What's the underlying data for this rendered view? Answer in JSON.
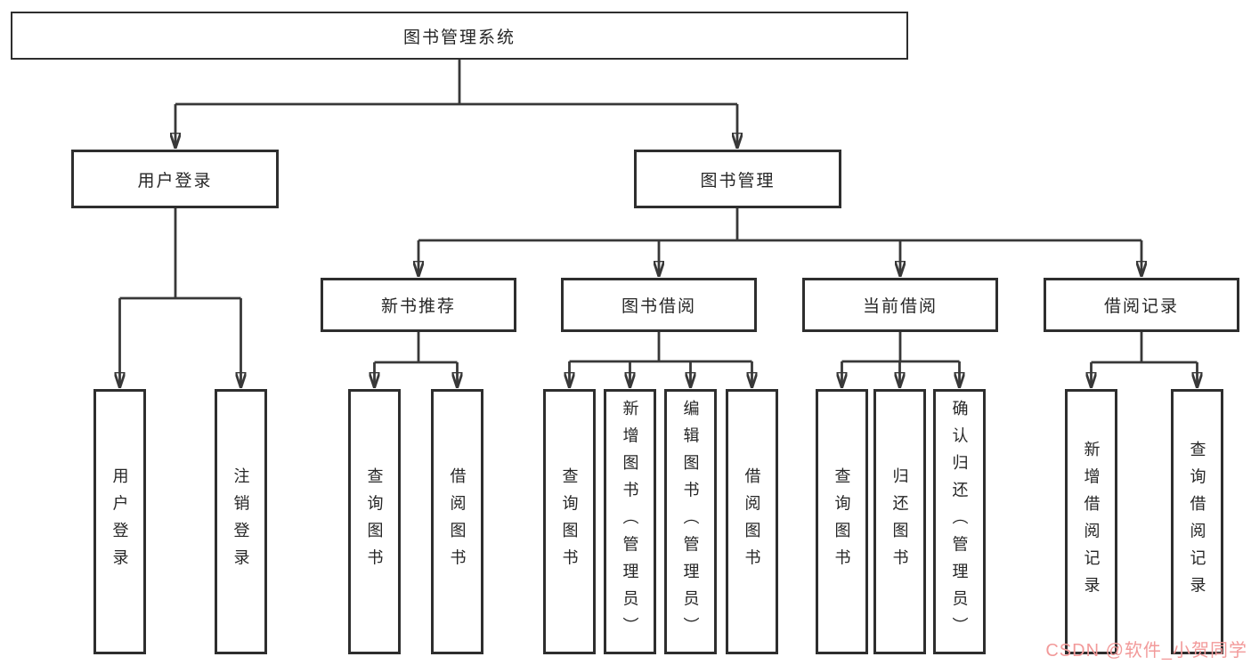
{
  "tree": {
    "root": {
      "label": "图书管理系统"
    },
    "branches": [
      {
        "label": "用户登录",
        "children": [
          {
            "label": "用户登录"
          },
          {
            "label": "注销登录"
          }
        ]
      },
      {
        "label": "图书管理",
        "children": [
          {
            "label": "新书推荐",
            "children": [
              {
                "label": "查询图书"
              },
              {
                "label": "借阅图书"
              }
            ]
          },
          {
            "label": "图书借阅",
            "children": [
              {
                "label": "查询图书"
              },
              {
                "label": "新增图书（管理员）"
              },
              {
                "label": "编辑图书（管理员）"
              },
              {
                "label": "借阅图书"
              }
            ]
          },
          {
            "label": "当前借阅",
            "children": [
              {
                "label": "查询图书"
              },
              {
                "label": "归还图书"
              },
              {
                "label": "确认归还（管理员）"
              }
            ]
          },
          {
            "label": "借阅记录",
            "children": [
              {
                "label": "新增借阅记录"
              },
              {
                "label": "查询借阅记录"
              }
            ]
          }
        ]
      }
    ]
  },
  "watermark": {
    "text": "CSDN @软件_小贺同学",
    "color": "#f29a9a"
  },
  "colors": {
    "line": "#383838",
    "box_border": "#2e2e2e",
    "text": "#262626",
    "background": "#ffffff"
  }
}
